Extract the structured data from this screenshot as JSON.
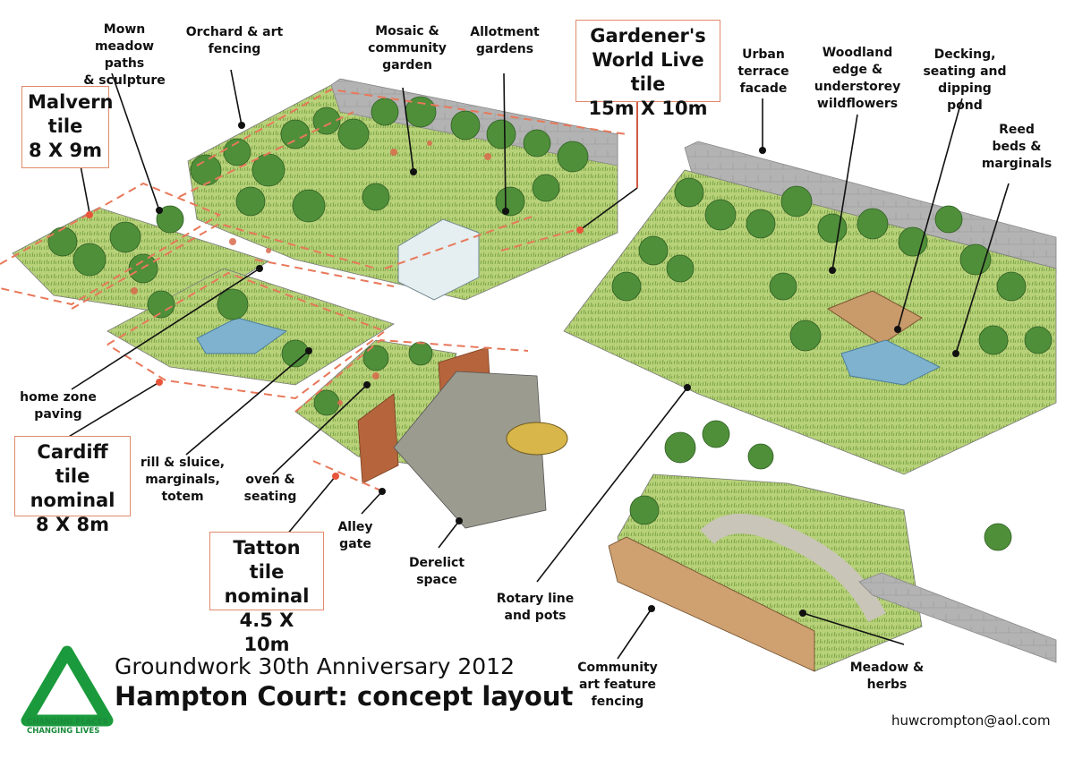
{
  "title": "Groundwork 30th Anniversary 2012",
  "subtitle": "Hampton Court: concept layout",
  "credit": "huwcrompton@aol.com",
  "logo": {
    "name": "GROUNDWORK",
    "tagline_1": "CHANGING PLACES",
    "tagline_2": "CHANGING LIVES",
    "color": "#1a9a3c"
  },
  "tiles": {
    "malvern": "Malvern\ntile\n8 X 9m",
    "gardeners_world": "Gardener's\nWorld Live  tile\n15m X 10m",
    "cardiff": "Cardiff tile\nnominal\n8 X 8m",
    "tatton": "Tatton tile\nnominal\n4.5 X 10m"
  },
  "labels": {
    "mown_meadow": "Mown\nmeadow paths\n& sculpture",
    "orchard": "Orchard & art\nfencing",
    "mosaic": "Mosaic &\ncommunity\ngarden",
    "allotment": "Allotment\ngardens",
    "urban_terrace": "Urban\nterrace\nfacade",
    "woodland": "Woodland\nedge &\nunderstorey\nwildflowers",
    "decking": "Decking,\nseating and\ndipping pond",
    "reed_beds": "Reed\nbeds &\nmarginals",
    "home_zone": "home zone\npaving",
    "rill": "rill & sluice,\nmarginals,\ntotem",
    "oven": "oven &\nseating",
    "alley_gate": "Alley\ngate",
    "derelict": "Derelict\nspace",
    "rotary": "Rotary line\nand pots",
    "community_art": "Community\nart feature\nfencing",
    "meadow_herbs": "Meadow &\nherbs"
  },
  "colors": {
    "boundary_dash": "#e8785a",
    "wall": "#a9a9a9",
    "foliage": "#4f8f3a",
    "grass": "#a8c86a",
    "brick": "#b5643c"
  }
}
